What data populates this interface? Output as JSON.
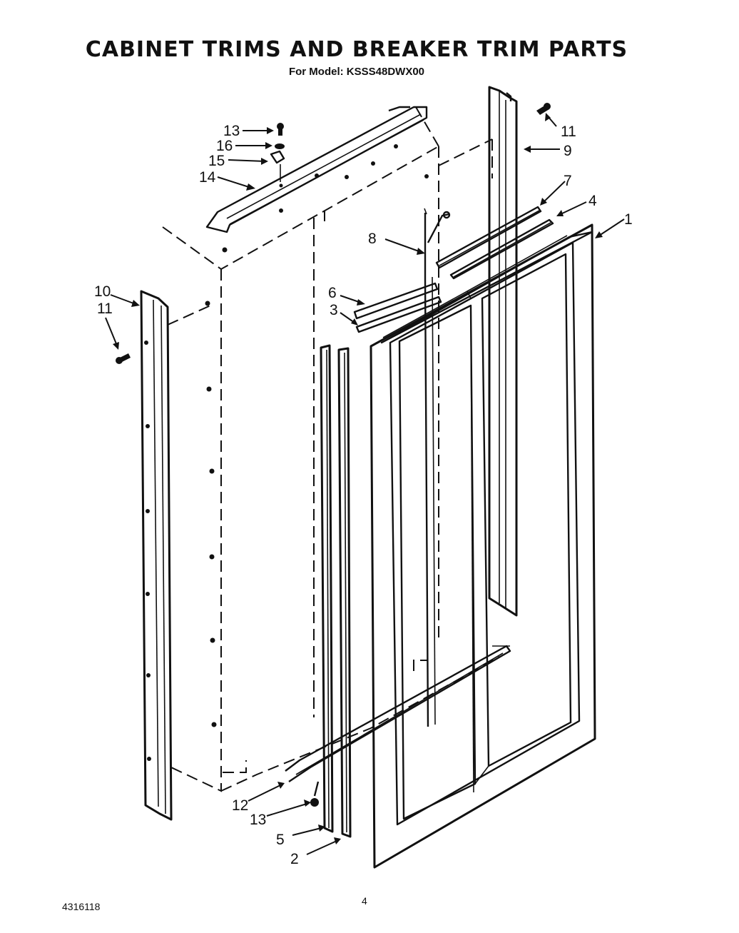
{
  "header": {
    "title": "CABINET TRIMS AND BREAKER TRIM PARTS",
    "subtitle": "For Model: KSSS48DWX00"
  },
  "footer": {
    "doc_number": "4316118",
    "page_number": "4"
  },
  "callouts": [
    {
      "id": "c13a",
      "text": "13"
    },
    {
      "id": "c16",
      "text": "16"
    },
    {
      "id": "c15",
      "text": "15"
    },
    {
      "id": "c14",
      "text": "14"
    },
    {
      "id": "c11a",
      "text": "11"
    },
    {
      "id": "c9",
      "text": "9"
    },
    {
      "id": "c7",
      "text": "7"
    },
    {
      "id": "c4",
      "text": "4"
    },
    {
      "id": "c1",
      "text": "1"
    },
    {
      "id": "c8",
      "text": "8"
    },
    {
      "id": "c6",
      "text": "6"
    },
    {
      "id": "c3",
      "text": "3"
    },
    {
      "id": "c10",
      "text": "10"
    },
    {
      "id": "c11b",
      "text": "11"
    },
    {
      "id": "c12",
      "text": "12"
    },
    {
      "id": "c13b",
      "text": "13"
    },
    {
      "id": "c5",
      "text": "5"
    },
    {
      "id": "c2",
      "text": "2"
    }
  ]
}
